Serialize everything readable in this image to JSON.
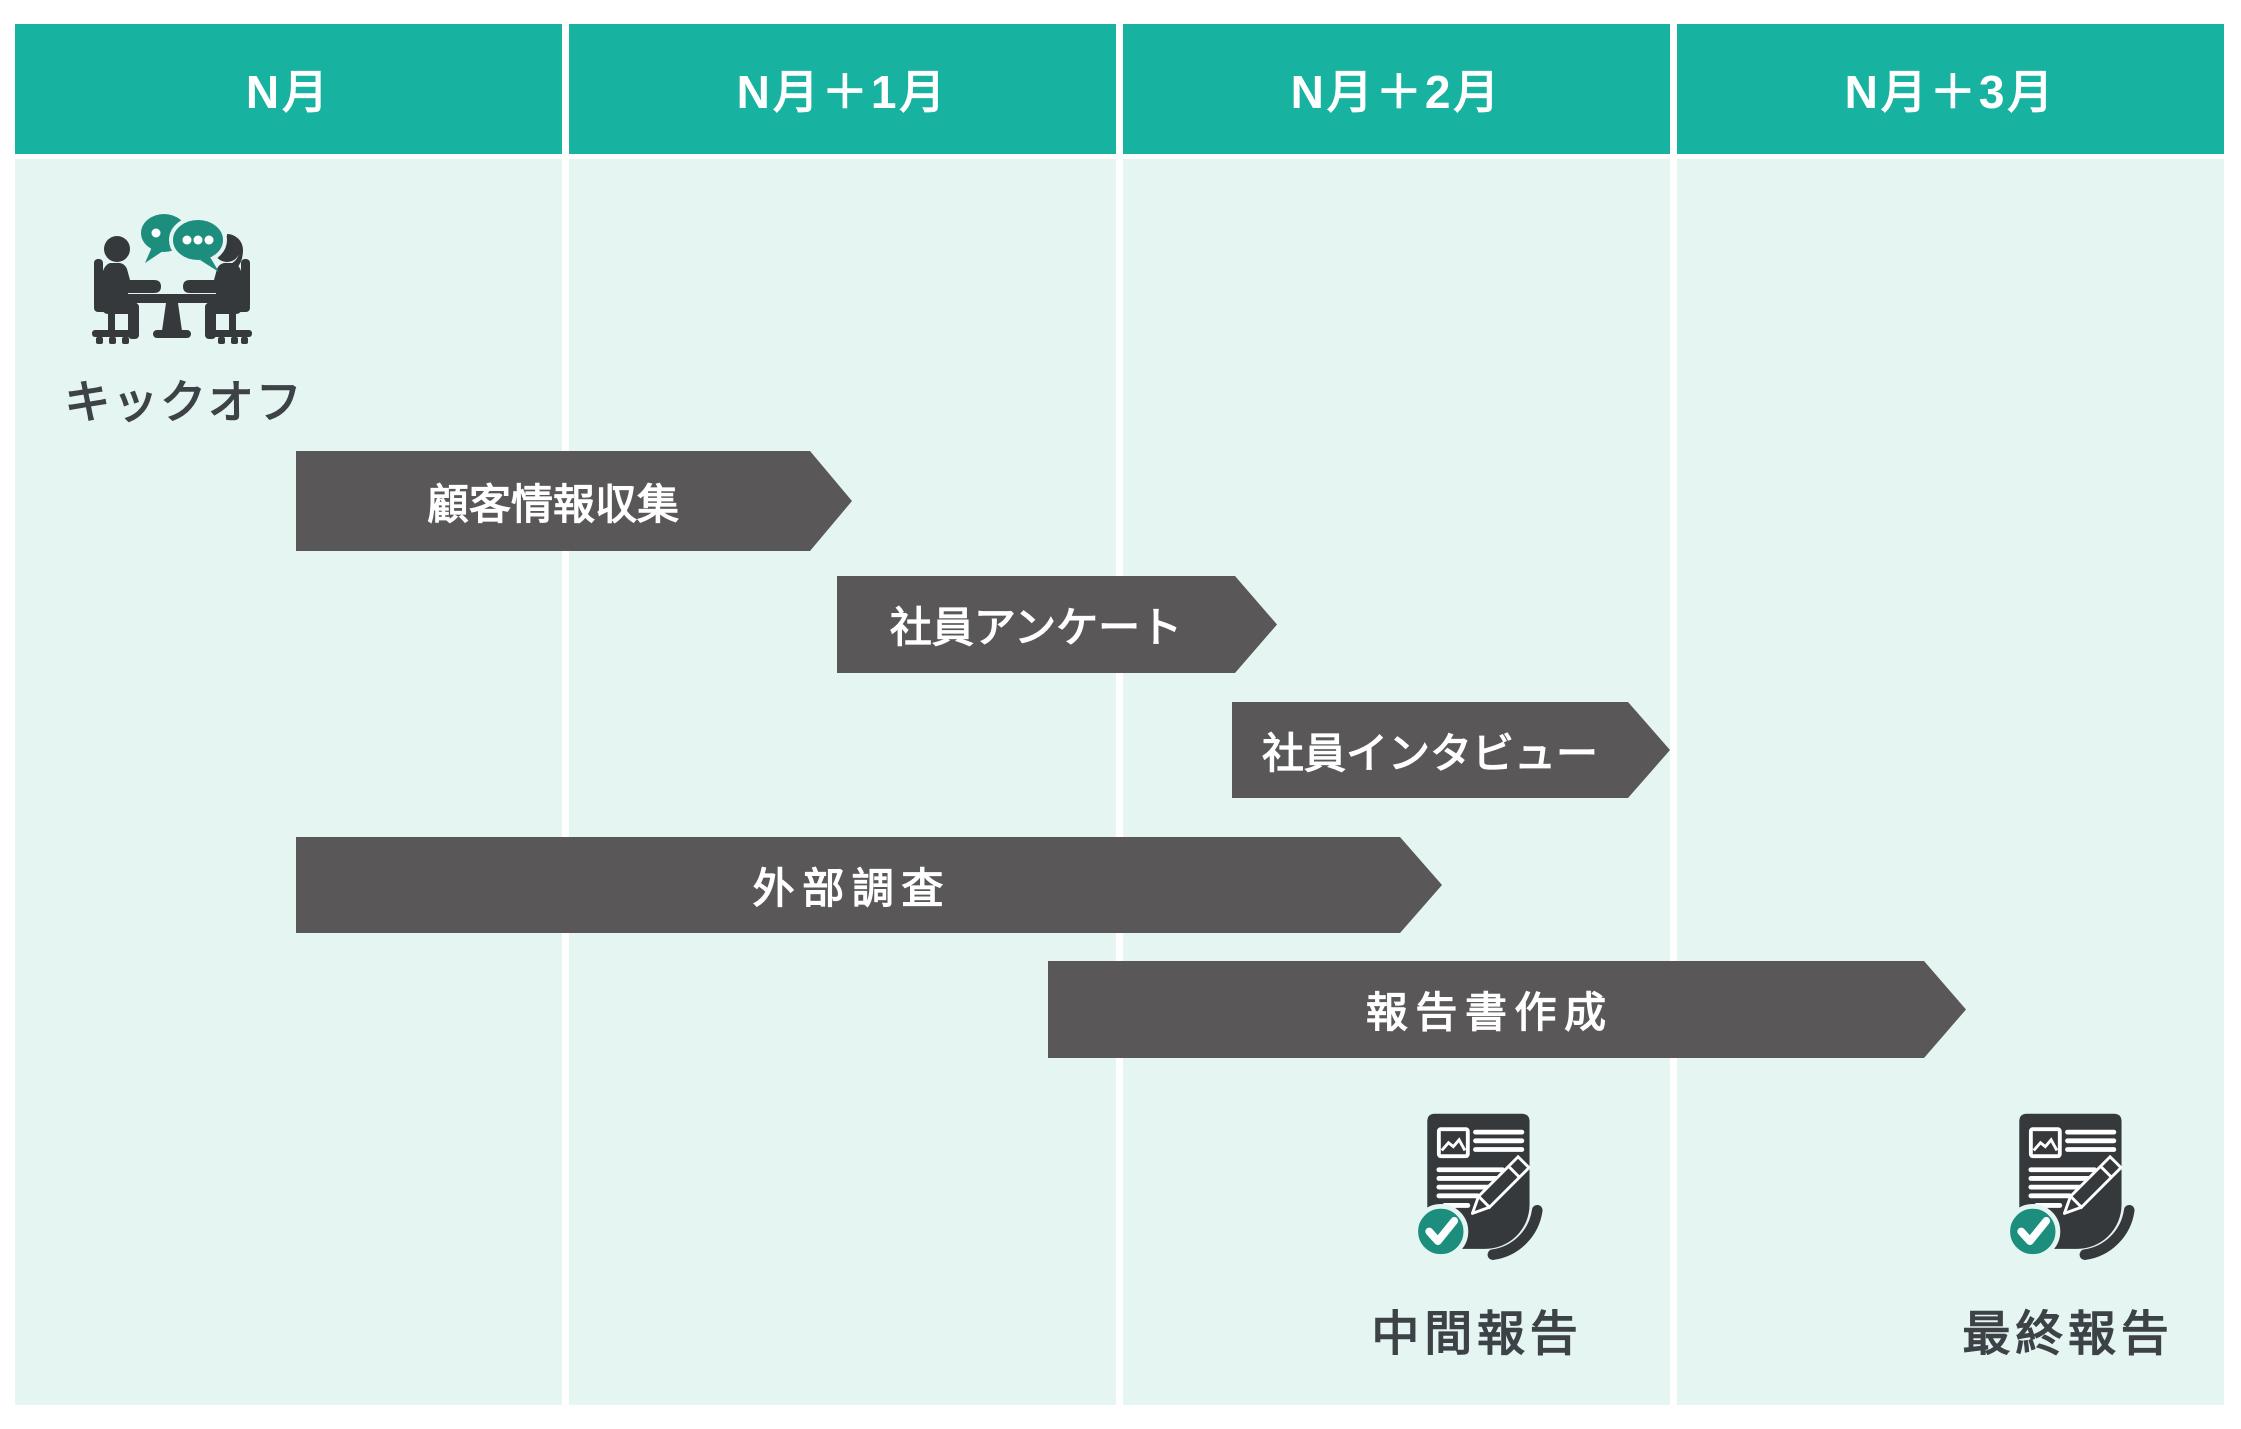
{
  "header": {
    "columns": [
      {
        "label": "N月"
      },
      {
        "label": "N月＋1月"
      },
      {
        "label": "N月＋2月"
      },
      {
        "label": "N月＋3月"
      }
    ]
  },
  "timeline": {
    "unit": "months_from_start_of_N",
    "kickoff": {
      "label": "キックオフ",
      "month": 0.1,
      "icon": "meeting-discussion-icon"
    },
    "bars": [
      {
        "label": "顧客情報収集",
        "start_month": 0.5,
        "end_month": 1.5
      },
      {
        "label": "社員アンケート",
        "start_month": 1.5,
        "end_month": 2.3
      },
      {
        "label": "社員インタビュー",
        "start_month": 2.25,
        "end_month": 3.0
      },
      {
        "label": "外部調査",
        "start_month": 0.5,
        "end_month": 2.6
      },
      {
        "label": "報告書作成",
        "start_month": 1.9,
        "end_month": 3.55
      }
    ],
    "milestones": [
      {
        "label": "中間報告",
        "month": 2.7,
        "icon": "report-check-icon"
      },
      {
        "label": "最終報告",
        "month": 3.75,
        "icon": "report-check-icon"
      }
    ]
  },
  "colors": {
    "header_teal": "#18b2a0",
    "body_mint": "#e4f5f2",
    "bar_gray": "#595757",
    "icon_dark": "#35393c",
    "icon_teal": "#1d8e7e",
    "text_dark": "#3d4246"
  }
}
